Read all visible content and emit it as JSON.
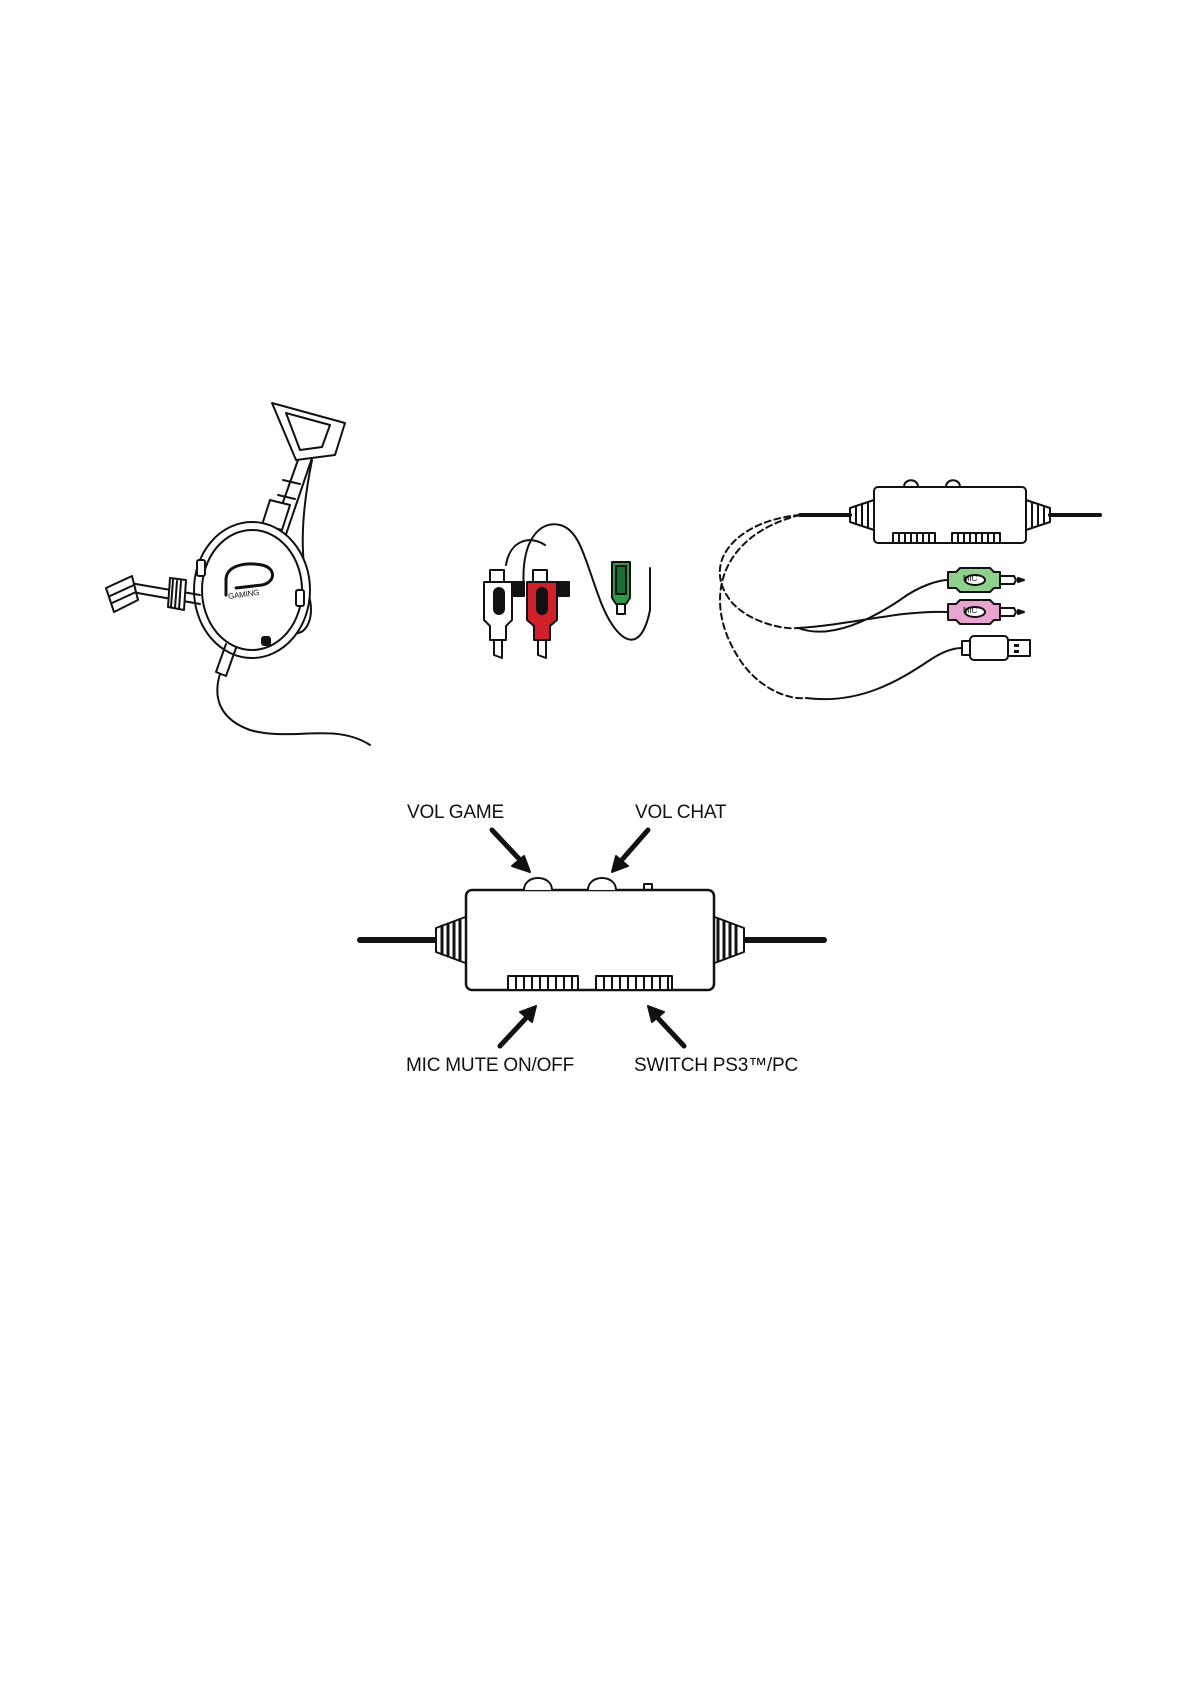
{
  "labels": {
    "vol_game": "VOL GAME",
    "vol_chat": "VOL CHAT",
    "mic_mute": "MIC MUTE ON/OFF",
    "switch": "SWITCH PS3™/PC"
  },
  "headset": {
    "logo_text": "GAMING"
  },
  "connectors": {
    "green_plug_label": "MIC",
    "pink_plug_label": "MIC"
  },
  "colors": {
    "stroke": "#111111",
    "rca_red": "#d0202a",
    "jack_green": "#2e9a4a",
    "plug_green": "#8fd08f",
    "plug_pink": "#e7a4cf"
  },
  "icons": [
    "headset-icon",
    "rca-adapter-icon",
    "usb-plug-icon",
    "audio-plug-icon",
    "arrow-icon"
  ]
}
